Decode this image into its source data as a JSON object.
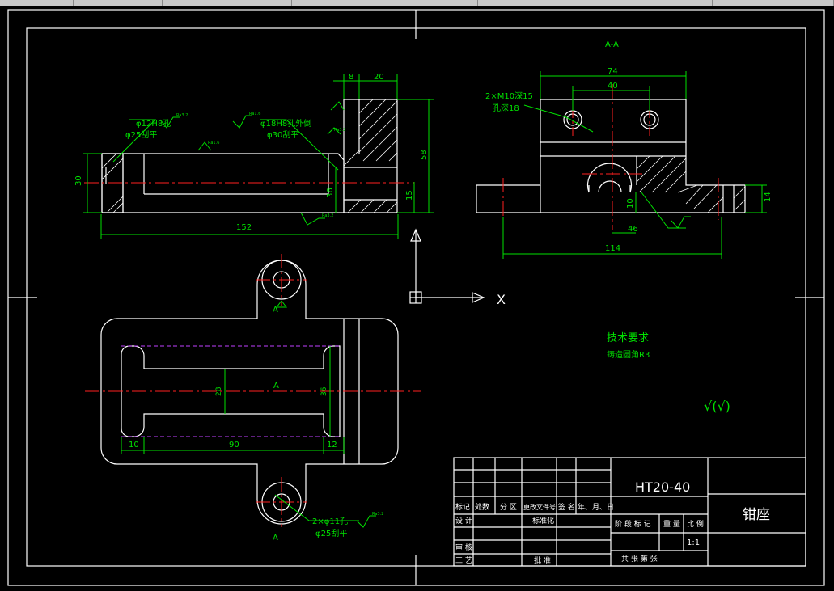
{
  "section_label": "A-A",
  "dims": {
    "d8": "8",
    "d20": "20",
    "d30": "30",
    "d36": "36",
    "d58": "58",
    "d15": "15",
    "d152": "152",
    "d74": "74",
    "d40": "40",
    "d14": "14",
    "d10": "10",
    "d46": "46",
    "d114": "114",
    "b10": "10",
    "b90": "90",
    "b12": "12",
    "b28": "28",
    "b36": "36"
  },
  "notes": {
    "hole12": "φ12H8孔",
    "cb25": "φ25刮平",
    "hole18": "φ18H8孔外倒",
    "cb30": "φ30刮平",
    "m10": "2×M10深15",
    "depth18": "孔深18",
    "hole11": "2×φ11孔",
    "cb25b": "φ25刮平",
    "ra1": "Ra3.2",
    "ra2": "Ra1.6",
    "ra3": "Ra1.6",
    "ra4": "Ra3.2",
    "ra5": "Ra3.2",
    "ra6": "Ra3.2",
    "ra7": "Ra3.2"
  },
  "section_marks": {
    "top": "A",
    "mid": "A",
    "bottom": "A"
  },
  "tech_title": "技术要求",
  "tech_text": "铸造圆角R3",
  "roughness_symbol": "√(√)",
  "ucs": {
    "x_label": "X"
  },
  "title_block": {
    "material": "HT20-40",
    "part_name": "钳座",
    "scale": "1:1",
    "headers": [
      "标记",
      "处数",
      "分 区",
      "更改文件号",
      "签 名",
      "年、月、日"
    ],
    "design": "设 计",
    "standard": "标准化",
    "stage": "阶 段 标 记",
    "weight": "重 量",
    "ratio": "比 例",
    "review": "审 核",
    "craft": "工 艺",
    "approve": "批 准",
    "sheets": "共   张  第   张"
  }
}
